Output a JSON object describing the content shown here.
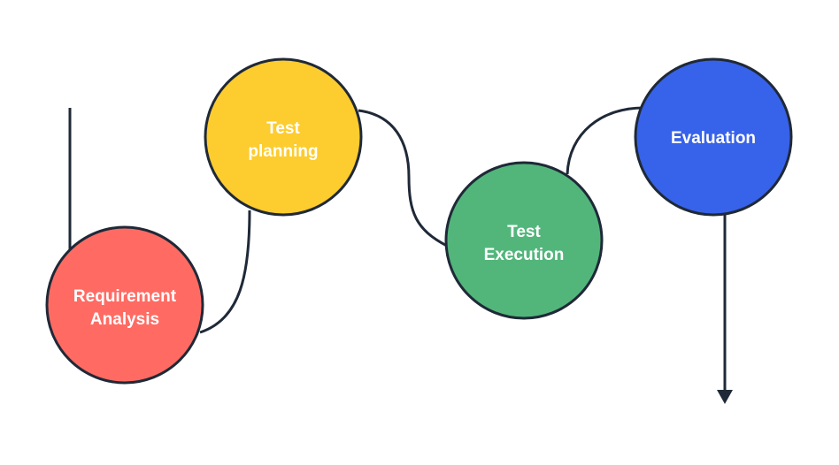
{
  "diagram": {
    "stages": [
      {
        "lines": [
          "Requirement",
          "Analysis"
        ],
        "color": "#ff6b63"
      },
      {
        "lines": [
          "Test",
          "planning"
        ],
        "color": "#fdcc2e"
      },
      {
        "lines": [
          "Test",
          "Execution"
        ],
        "color": "#52b67b"
      },
      {
        "lines": [
          "Evaluation"
        ],
        "color": "#3762ea"
      }
    ],
    "line_color": "#1f2937"
  }
}
